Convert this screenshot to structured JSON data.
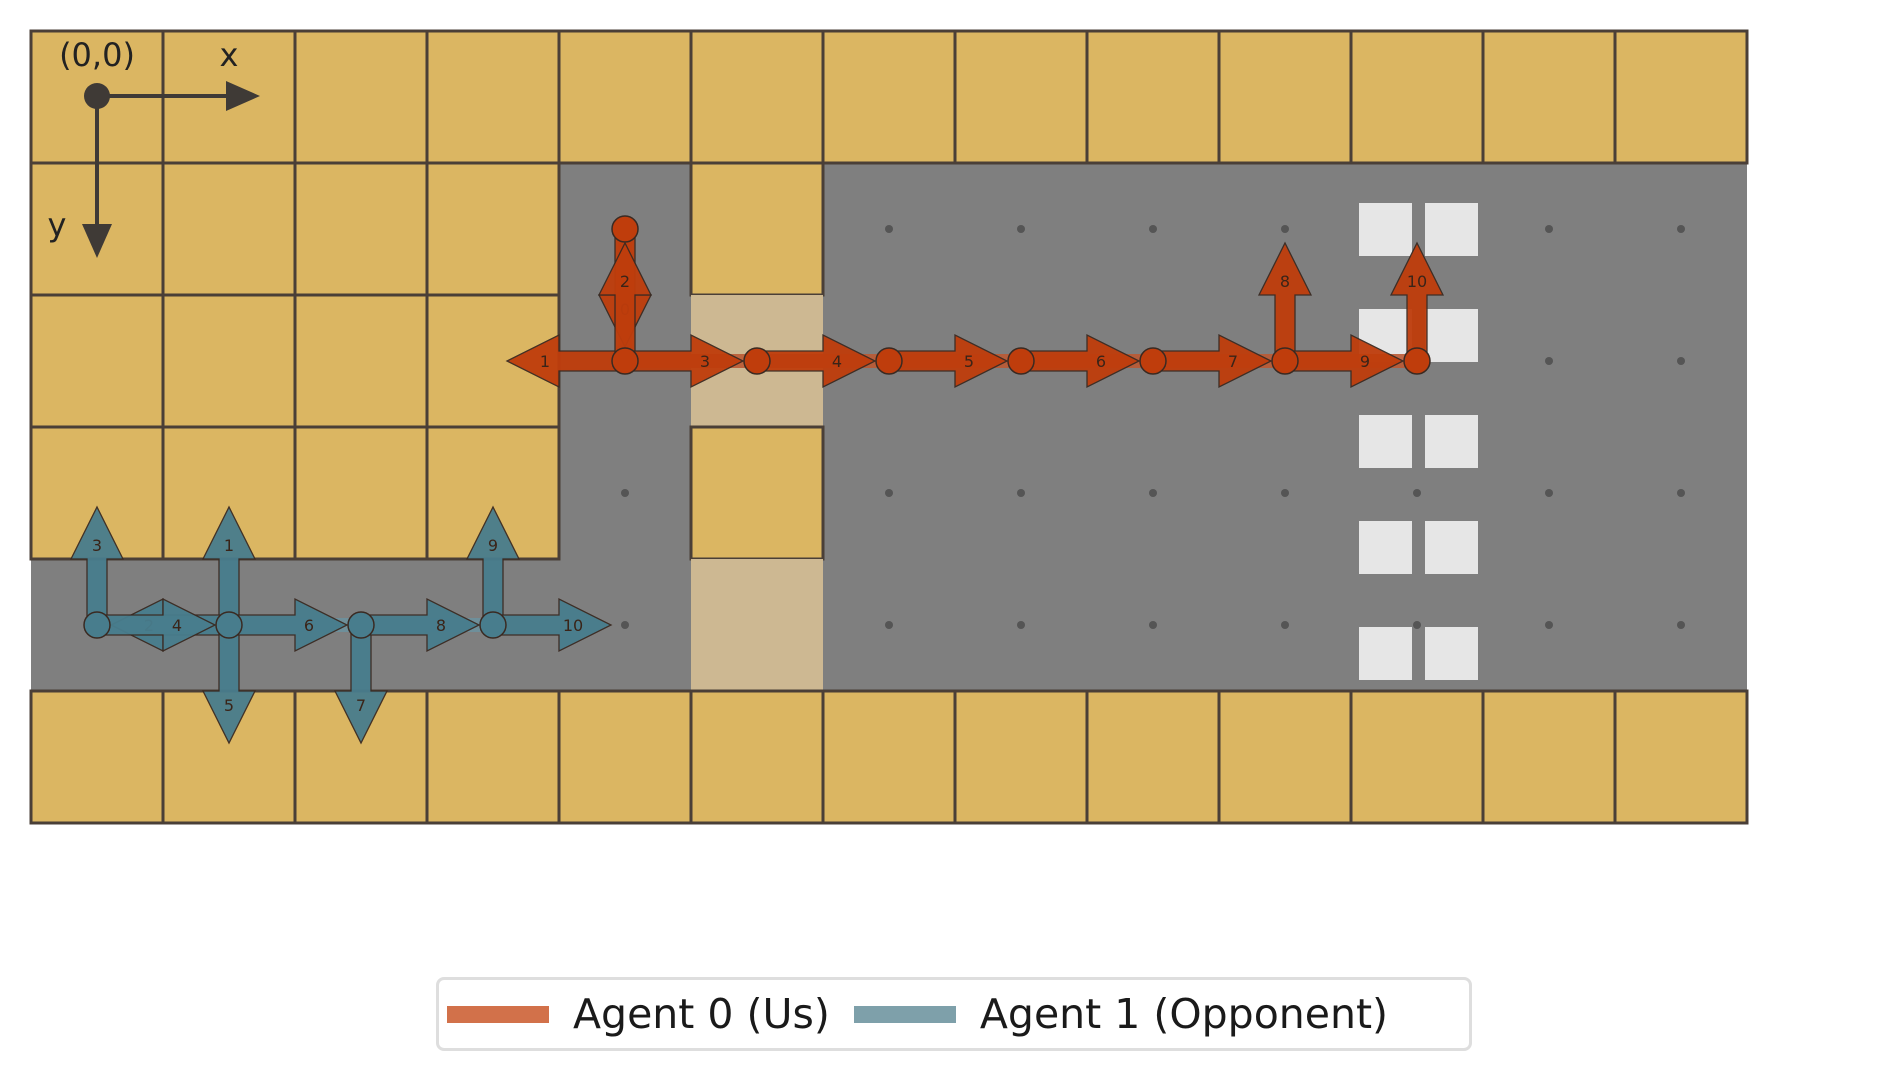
{
  "colors": {
    "wall": "#dbb662",
    "wall_border": "#4a3f37",
    "road": "#7f7f7f",
    "sand": "#cdb892",
    "finish_white": "#e6e6e6",
    "dot": "#555555",
    "agent0_marker": "#bf3d0c",
    "agent0_trail": "#bb5a34",
    "agent0_legend": "#d2714a",
    "agent1_marker": "#487d8d",
    "agent1_trail": "#6d919d",
    "agent1_legend": "#7ea0aa",
    "axis": "#3f3a36"
  },
  "grid": {
    "cols": 13,
    "rows": 6,
    "walls": [
      [
        0,
        0
      ],
      [
        1,
        0
      ],
      [
        2,
        0
      ],
      [
        3,
        0
      ],
      [
        4,
        0
      ],
      [
        5,
        0
      ],
      [
        6,
        0
      ],
      [
        7,
        0
      ],
      [
        8,
        0
      ],
      [
        9,
        0
      ],
      [
        10,
        0
      ],
      [
        11,
        0
      ],
      [
        12,
        0
      ],
      [
        0,
        1
      ],
      [
        1,
        1
      ],
      [
        2,
        1
      ],
      [
        3,
        1
      ],
      [
        5,
        1
      ],
      [
        0,
        2
      ],
      [
        1,
        2
      ],
      [
        2,
        2
      ],
      [
        3,
        2
      ],
      [
        0,
        3
      ],
      [
        1,
        3
      ],
      [
        2,
        3
      ],
      [
        3,
        3
      ],
      [
        5,
        3
      ],
      [
        0,
        5
      ],
      [
        1,
        5
      ],
      [
        2,
        5
      ],
      [
        3,
        5
      ],
      [
        4,
        5
      ],
      [
        5,
        5
      ],
      [
        6,
        5
      ],
      [
        7,
        5
      ],
      [
        8,
        5
      ],
      [
        9,
        5
      ],
      [
        10,
        5
      ],
      [
        11,
        5
      ],
      [
        12,
        5
      ]
    ],
    "sand": [
      [
        5,
        2
      ],
      [
        5,
        4
      ]
    ],
    "road_dots": [
      [
        6,
        1
      ],
      [
        7,
        1
      ],
      [
        8,
        1
      ],
      [
        9,
        1
      ],
      [
        11,
        1
      ],
      [
        12,
        1
      ],
      [
        11,
        2
      ],
      [
        12,
        2
      ],
      [
        4,
        3
      ],
      [
        6,
        3
      ],
      [
        7,
        3
      ],
      [
        8,
        3
      ],
      [
        9,
        3
      ],
      [
        10,
        3
      ],
      [
        11,
        3
      ],
      [
        12,
        3
      ],
      [
        4,
        4
      ],
      [
        6,
        4
      ],
      [
        7,
        4
      ],
      [
        8,
        4
      ],
      [
        9,
        4
      ],
      [
        10,
        4
      ],
      [
        11,
        4
      ],
      [
        12,
        4
      ]
    ],
    "finish_column": 10
  },
  "axes": {
    "origin_label": "(0,0)",
    "x_label": "x",
    "y_label": "y"
  },
  "agents": [
    {
      "name": "Agent 0 (Us)",
      "color_key": "agent0",
      "positions": [
        [
          4,
          1
        ],
        [
          4,
          2
        ],
        [
          5,
          2
        ],
        [
          6,
          2
        ],
        [
          7,
          2
        ],
        [
          8,
          2
        ],
        [
          9,
          2
        ],
        [
          10,
          2
        ]
      ],
      "steps": [
        {
          "label": "0",
          "pos": [
            4,
            1
          ],
          "dir": "down"
        },
        {
          "label": "1",
          "pos": [
            4,
            2
          ],
          "dir": "left"
        },
        {
          "label": "2",
          "pos": [
            4,
            2
          ],
          "dir": "up"
        },
        {
          "label": "3",
          "pos": [
            4,
            2
          ],
          "dir": "right"
        },
        {
          "label": "4",
          "pos": [
            5,
            2
          ],
          "dir": "right"
        },
        {
          "label": "5",
          "pos": [
            6,
            2
          ],
          "dir": "right"
        },
        {
          "label": "6",
          "pos": [
            7,
            2
          ],
          "dir": "right"
        },
        {
          "label": "7",
          "pos": [
            8,
            2
          ],
          "dir": "right"
        },
        {
          "label": "8",
          "pos": [
            9,
            2
          ],
          "dir": "up"
        },
        {
          "label": "9",
          "pos": [
            9,
            2
          ],
          "dir": "right"
        },
        {
          "label": "10",
          "pos": [
            10,
            2
          ],
          "dir": "up"
        }
      ]
    },
    {
      "name": "Agent 1 (Opponent)",
      "color_key": "agent1",
      "positions": [
        [
          0,
          4
        ],
        [
          1,
          4
        ],
        [
          2,
          4
        ],
        [
          3,
          4
        ]
      ],
      "steps": [
        {
          "label": "1",
          "pos": [
            1,
            4
          ],
          "dir": "up"
        },
        {
          "label": "2",
          "pos": [
            1,
            4
          ],
          "dir": "left"
        },
        {
          "label": "3",
          "pos": [
            0,
            4
          ],
          "dir": "up"
        },
        {
          "label": "4",
          "pos": [
            0,
            4
          ],
          "dir": "right"
        },
        {
          "label": "5",
          "pos": [
            1,
            4
          ],
          "dir": "down"
        },
        {
          "label": "6",
          "pos": [
            1,
            4
          ],
          "dir": "right"
        },
        {
          "label": "7",
          "pos": [
            2,
            4
          ],
          "dir": "down"
        },
        {
          "label": "8",
          "pos": [
            2,
            4
          ],
          "dir": "right"
        },
        {
          "label": "9",
          "pos": [
            3,
            4
          ],
          "dir": "up"
        },
        {
          "label": "10",
          "pos": [
            3,
            4
          ],
          "dir": "right"
        }
      ]
    }
  ],
  "legend": {
    "items": [
      {
        "label": "Agent 0 (Us)",
        "color_key": "agent0_legend"
      },
      {
        "label": "Agent 1 (Opponent)",
        "color_key": "agent1_legend"
      }
    ]
  }
}
